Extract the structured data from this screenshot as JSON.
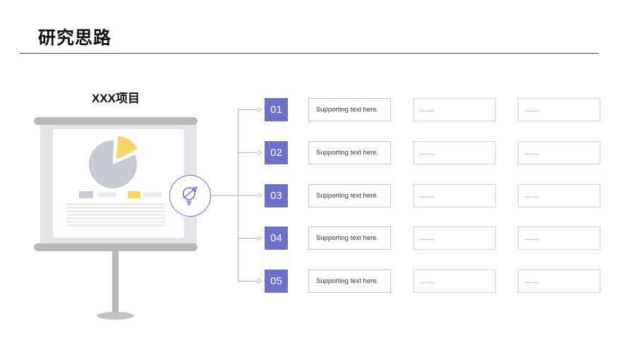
{
  "slide": {
    "title": "研究思路",
    "project_label": "XXX项目"
  },
  "flow": {
    "rows": [
      {
        "number": "01",
        "support_text": "Supporting text here.",
        "detail_1": "……",
        "detail_2": "……"
      },
      {
        "number": "02",
        "support_text": "Supporting text here.",
        "detail_1": "……",
        "detail_2": "……"
      },
      {
        "number": "03",
        "support_text": "Supporting text here.",
        "detail_1": "……",
        "detail_2": "……"
      },
      {
        "number": "04",
        "support_text": "Supporting text here.",
        "detail_1": "……",
        "detail_2": "……"
      },
      {
        "number": "05",
        "support_text": "Supporting text here.",
        "detail_1": "……",
        "detail_2": "……"
      }
    ]
  },
  "icons": {
    "idea": "lightbulb-arrow-icon",
    "board_chart": "pie-chart-graphic"
  },
  "colors": {
    "accent_purple": "#6c71ce",
    "icon_purple": "#6e73d9",
    "pie_gray": "#c6cad3",
    "pie_yellow": "#f6d664",
    "stand_gray": "#b9b9bb",
    "connector_gray": "#aeaeae"
  }
}
